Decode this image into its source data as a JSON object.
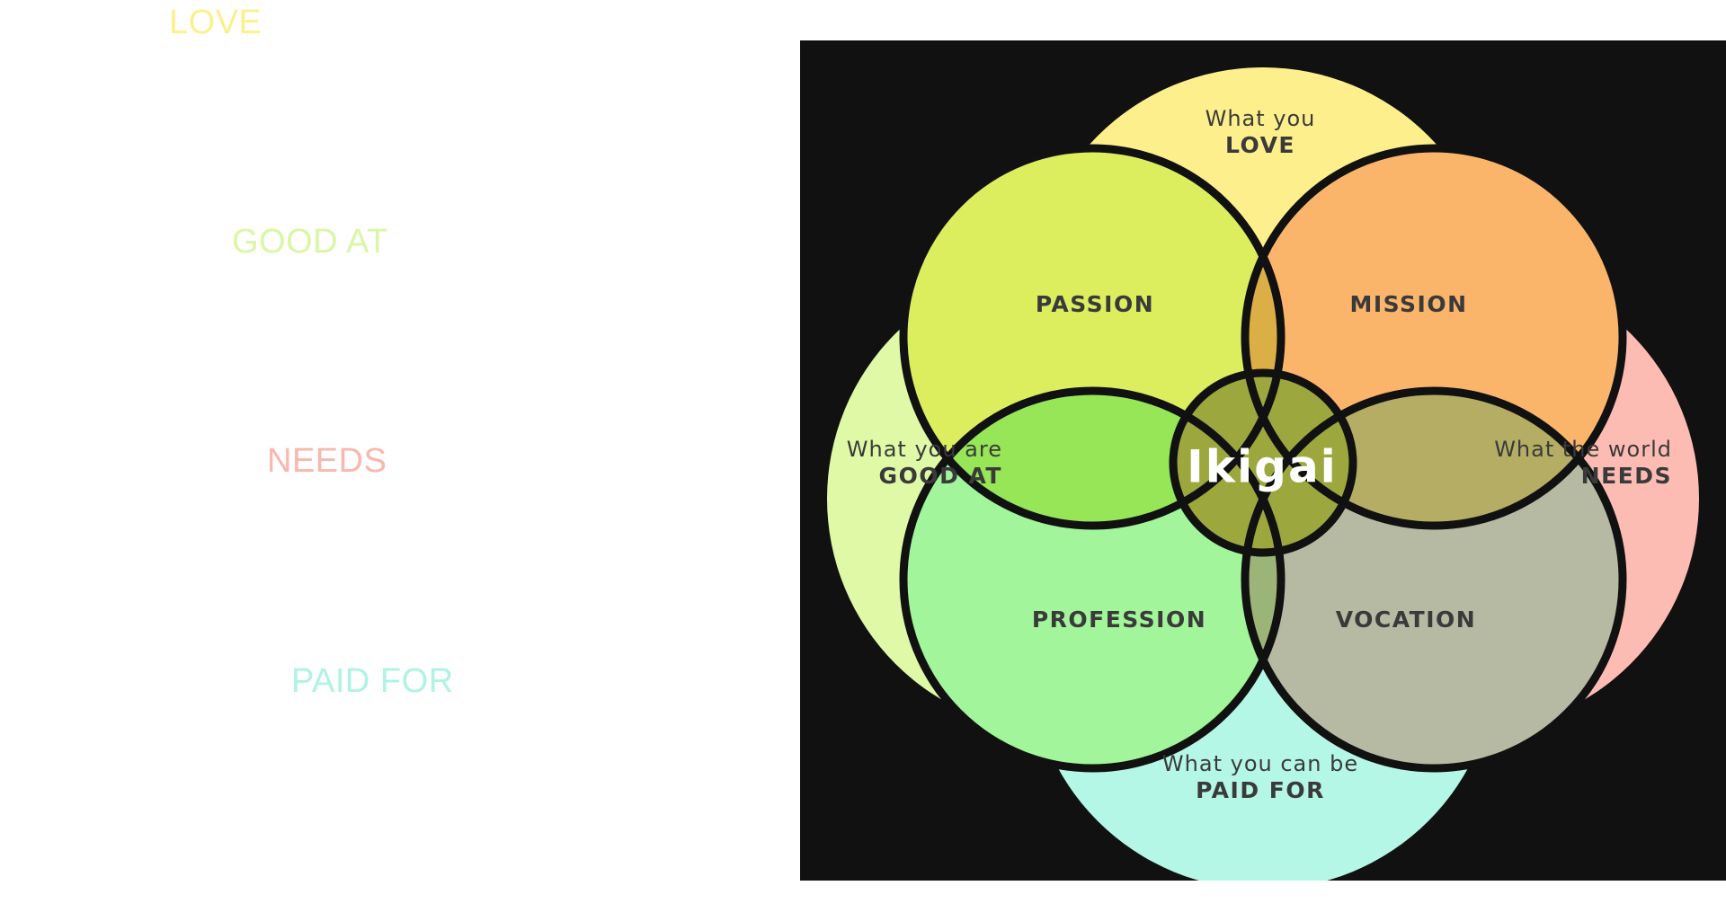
{
  "side_labels": {
    "love": "LOVE",
    "good_at": "GOOD AT",
    "needs": "NEEDS",
    "paid_for": "PAID FOR"
  },
  "diagram": {
    "love": {
      "line1": "What you",
      "line2": "LOVE"
    },
    "good_at": {
      "line1": "What you are",
      "line2": "GOOD AT"
    },
    "needs": {
      "line1": "What the world",
      "line2": "NEEDS"
    },
    "paid_for": {
      "line1": "What you can be",
      "line2": "PAID FOR"
    },
    "passion": "PASSION",
    "mission": "MISSION",
    "profession": "PROFESSION",
    "vocation": "VOCATION",
    "center": "Ikigai"
  },
  "colors": {
    "love": "#fdf08c",
    "good_at": "#dff9a6",
    "needs": "#fdbcb3",
    "paid_for": "#b5f7e6",
    "passion": "#dcee5e",
    "mission": "#fbb56a",
    "profession": "#a2f59a",
    "vocation": "#b6baa3",
    "love_good_needs": "#dbae46",
    "love_good_paid": "#96e658",
    "love_needs_paid": "#b4ad63",
    "good_needs_paid": "#9bb477",
    "ikigai": "#9ca73e",
    "outline": "#111111",
    "background": "#111111"
  }
}
